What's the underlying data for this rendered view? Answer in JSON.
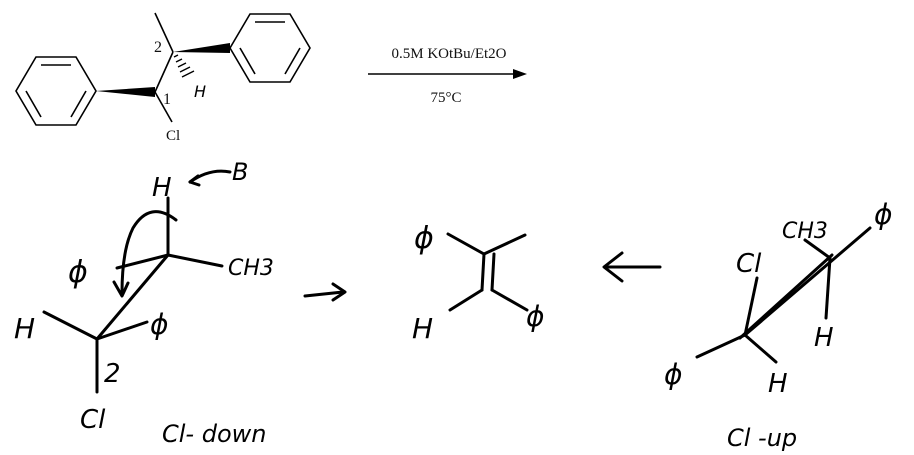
{
  "reaction": {
    "atom_labels": {
      "c1": "1",
      "c2": "2",
      "h": "H",
      "cl": "Cl"
    },
    "conditions": {
      "reagent": "0.5M KOtBu/Et2O",
      "temperature": "75°C"
    }
  },
  "newman_left": {
    "h_top": "H",
    "base": "B",
    "methyl": "CH3",
    "phi_front": "ϕ",
    "h_left": "H",
    "phi_right": "ϕ",
    "two": "2",
    "cl": "Cl",
    "caption": "Cl- down"
  },
  "alkene": {
    "phi_top": "ϕ",
    "h_bottom": "H",
    "phi_bottom": "ϕ"
  },
  "newman_right": {
    "methyl": "CH3",
    "phi_top": "ϕ",
    "cl": "Cl",
    "h_right": "H",
    "phi_left": "ϕ",
    "h_bottom": "H",
    "caption": "Cl -up"
  }
}
